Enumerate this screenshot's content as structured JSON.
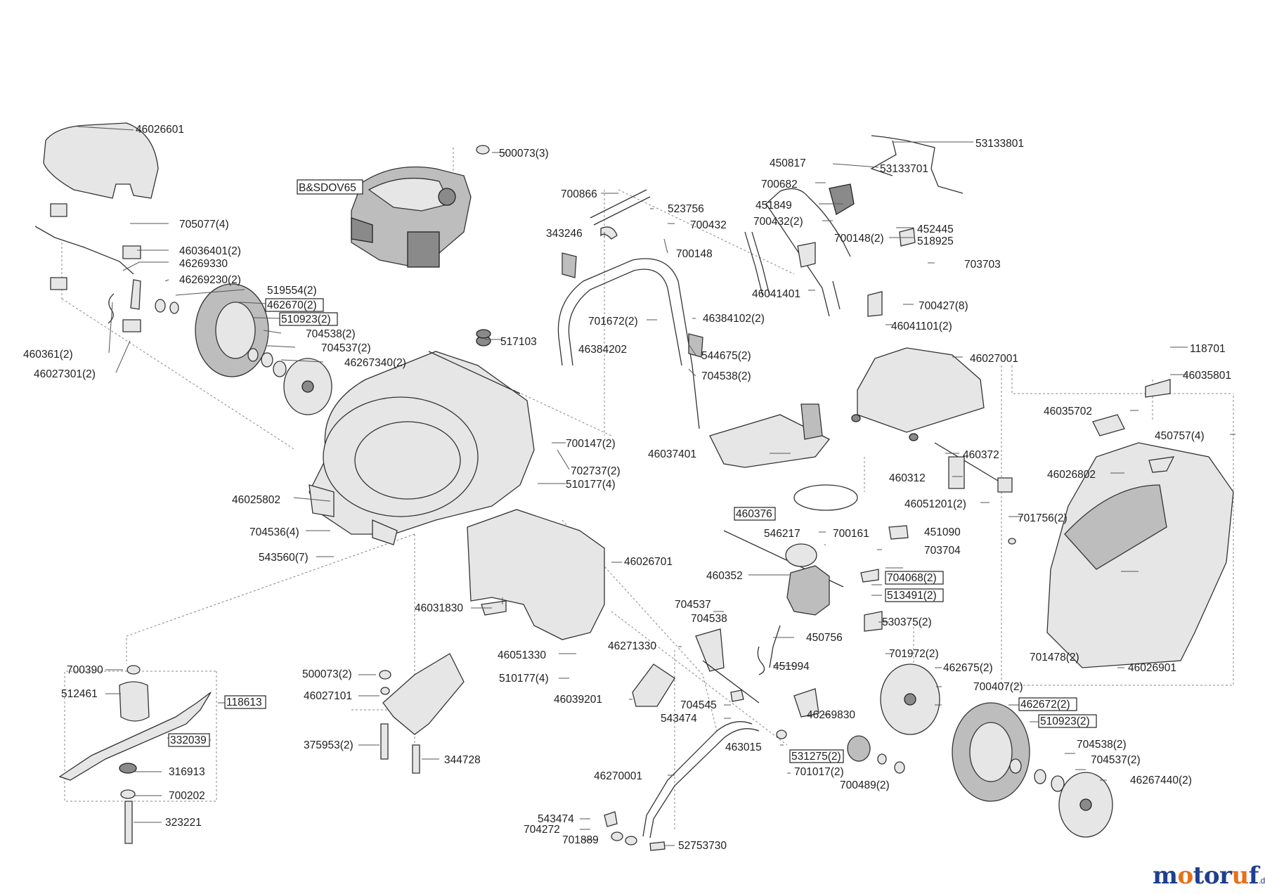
{
  "labels": [
    {
      "id": "p1",
      "text": "46026601"
    },
    {
      "id": "p2",
      "text": "705077(4)"
    },
    {
      "id": "p3",
      "text": "46036401(2)"
    },
    {
      "id": "p4",
      "text": "46269330"
    },
    {
      "id": "p5",
      "text": "46269230(2)"
    },
    {
      "id": "p6",
      "text": "519554(2)"
    },
    {
      "id": "p7",
      "text": "462670(2)",
      "boxed": true
    },
    {
      "id": "p8",
      "text": "510923(2)",
      "boxed": true
    },
    {
      "id": "p9",
      "text": "704538(2)"
    },
    {
      "id": "p10",
      "text": "704537(2)"
    },
    {
      "id": "p11",
      "text": "46267340(2)"
    },
    {
      "id": "p12",
      "text": "460361(2)"
    },
    {
      "id": "p13",
      "text": "46027301(2)"
    },
    {
      "id": "p14",
      "text": "500073(3)"
    },
    {
      "id": "p15",
      "text": "B&SDOV65",
      "boxed": true
    },
    {
      "id": "p16",
      "text": "517103"
    },
    {
      "id": "p17",
      "text": "46025802"
    },
    {
      "id": "p18",
      "text": "704536(4)"
    },
    {
      "id": "p19",
      "text": "543560(7)"
    },
    {
      "id": "p20",
      "text": "700147(2)"
    },
    {
      "id": "p21",
      "text": "702737(2)"
    },
    {
      "id": "p22",
      "text": "510177(4)"
    },
    {
      "id": "p23",
      "text": "700866"
    },
    {
      "id": "p24",
      "text": "523756"
    },
    {
      "id": "p25",
      "text": "700432"
    },
    {
      "id": "p26",
      "text": "343246"
    },
    {
      "id": "p27",
      "text": "700148"
    },
    {
      "id": "p28",
      "text": "701672(2)"
    },
    {
      "id": "p29",
      "text": "46384202"
    },
    {
      "id": "p30",
      "text": "46384102(2)"
    },
    {
      "id": "p31",
      "text": "544675(2)"
    },
    {
      "id": "p32",
      "text": "704538(2)"
    },
    {
      "id": "p33",
      "text": "53133801"
    },
    {
      "id": "p34",
      "text": "450817"
    },
    {
      "id": "p35",
      "text": "53133701"
    },
    {
      "id": "p36",
      "text": "700682"
    },
    {
      "id": "p37",
      "text": "451849"
    },
    {
      "id": "p38",
      "text": "700432(2)"
    },
    {
      "id": "p39",
      "text": "700148(2)"
    },
    {
      "id": "p40",
      "text": "452445"
    },
    {
      "id": "p41",
      "text": "518925"
    },
    {
      "id": "p42",
      "text": "703703"
    },
    {
      "id": "p43",
      "text": "46041401"
    },
    {
      "id": "p44",
      "text": "700427(8)"
    },
    {
      "id": "p45",
      "text": "46041101(2)"
    },
    {
      "id": "p46",
      "text": "46027001"
    },
    {
      "id": "p47",
      "text": "46037401"
    },
    {
      "id": "p48",
      "text": "460372"
    },
    {
      "id": "p49",
      "text": "460312"
    },
    {
      "id": "p50",
      "text": "46051201(2)"
    },
    {
      "id": "p51",
      "text": "118701"
    },
    {
      "id": "p52",
      "text": "46035801"
    },
    {
      "id": "p53",
      "text": "46035702"
    },
    {
      "id": "p54",
      "text": "450757(4)"
    },
    {
      "id": "p55",
      "text": "46026802"
    },
    {
      "id": "p56",
      "text": "701756(2)"
    },
    {
      "id": "p57",
      "text": "460376",
      "boxed": true
    },
    {
      "id": "p58",
      "text": "546217"
    },
    {
      "id": "p59",
      "text": "700161"
    },
    {
      "id": "p60",
      "text": "451090"
    },
    {
      "id": "p61",
      "text": "703704"
    },
    {
      "id": "p62",
      "text": "460352"
    },
    {
      "id": "p63",
      "text": "704068(2)",
      "boxed": true
    },
    {
      "id": "p64",
      "text": "513491(2)",
      "boxed": true
    },
    {
      "id": "p65",
      "text": "46026701"
    },
    {
      "id": "p66",
      "text": "46031830"
    },
    {
      "id": "p67",
      "text": "704537"
    },
    {
      "id": "p68",
      "text": "704538"
    },
    {
      "id": "p69",
      "text": "530375(2)"
    },
    {
      "id": "p70",
      "text": "450756"
    },
    {
      "id": "p71",
      "text": "451994"
    },
    {
      "id": "p72",
      "text": "46051330"
    },
    {
      "id": "p73",
      "text": "46271330"
    },
    {
      "id": "p74",
      "text": "510177(4)"
    },
    {
      "id": "p75",
      "text": "46039201"
    },
    {
      "id": "p76",
      "text": "704545"
    },
    {
      "id": "p77",
      "text": "543474"
    },
    {
      "id": "p78",
      "text": "701972(2)"
    },
    {
      "id": "p79",
      "text": "462675(2)"
    },
    {
      "id": "p80",
      "text": "700407(2)"
    },
    {
      "id": "p81",
      "text": "462672(2)",
      "boxed": true
    },
    {
      "id": "p82",
      "text": "510923(2)",
      "boxed": true
    },
    {
      "id": "p83",
      "text": "46269830"
    },
    {
      "id": "p84",
      "text": "701478(2)"
    },
    {
      "id": "p85",
      "text": "46026901"
    },
    {
      "id": "p86",
      "text": "700390"
    },
    {
      "id": "p87",
      "text": "512461"
    },
    {
      "id": "p88",
      "text": "118613",
      "boxed": true
    },
    {
      "id": "p89",
      "text": "332039",
      "boxed": true
    },
    {
      "id": "p90",
      "text": "316913"
    },
    {
      "id": "p91",
      "text": "700202"
    },
    {
      "id": "p92",
      "text": "323221"
    },
    {
      "id": "p93",
      "text": "500073(2)"
    },
    {
      "id": "p94",
      "text": "46027101"
    },
    {
      "id": "p95",
      "text": "375953(2)"
    },
    {
      "id": "p96",
      "text": "344728"
    },
    {
      "id": "p97",
      "text": "463015"
    },
    {
      "id": "p98",
      "text": "531275(2)",
      "boxed": true
    },
    {
      "id": "p99",
      "text": "701017(2)"
    },
    {
      "id": "p100",
      "text": "700489(2)"
    },
    {
      "id": "p101",
      "text": "704538(2)"
    },
    {
      "id": "p102",
      "text": "704537(2)"
    },
    {
      "id": "p103",
      "text": "46267440(2)"
    },
    {
      "id": "p104",
      "text": "46270001"
    },
    {
      "id": "p105",
      "text": "543474"
    },
    {
      "id": "p106",
      "text": "704272"
    },
    {
      "id": "p107",
      "text": "701889"
    },
    {
      "id": "p108",
      "text": "52753730"
    }
  ],
  "logo": {
    "prefix": "m",
    "o1": "o",
    "mid": "tor",
    "u": "u",
    "tail": "f",
    "tld": ".de"
  },
  "colors": {
    "logo_blue": "#1f3f8f",
    "logo_orange": "#e8701a",
    "line": "#333333"
  }
}
